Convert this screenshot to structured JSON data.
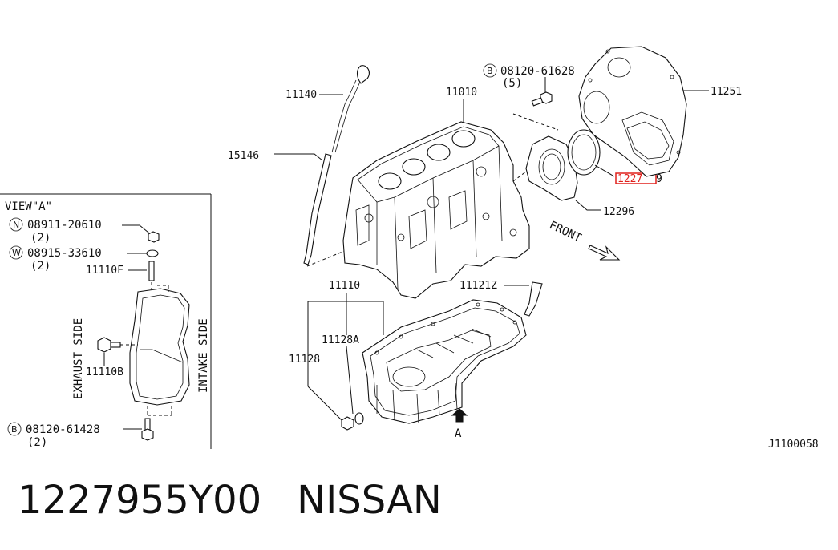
{
  "view_label": "VIEW\"A\"",
  "side_labels": {
    "exhaust": "EXHAUST SIDE",
    "intake": "INTAKE SIDE"
  },
  "front_label": "FRONT",
  "arrow_label": "A",
  "diagram_code": "J1100058",
  "callouts": {
    "c11140": "11140",
    "c11010": "11010",
    "c15146": "15146",
    "c11251": "11251",
    "c12296": "12296",
    "c12279_part": "1227",
    "c12279_tail": "9",
    "c11110": "11110",
    "c11121z": "11121Z",
    "c11128a": "11128A",
    "c11128": "11128",
    "c11110f": "11110F",
    "c11110b": "11110B",
    "b_bolt_top": "08120-61628",
    "b_bolt_top_qty": "(5)",
    "n_nut": "08911-20610",
    "n_nut_qty": "(2)",
    "w_washer": "08915-33610",
    "w_washer_qty": "(2)",
    "b_bolt_bottom": "08120-61428",
    "b_bolt_bottom_qty": "(2)"
  },
  "symbols": {
    "bolt": "B",
    "nut": "N",
    "washer": "W"
  },
  "highlight_color": "#e0201c",
  "footer": {
    "part_number": "1227955Y00",
    "brand": "NISSAN"
  }
}
